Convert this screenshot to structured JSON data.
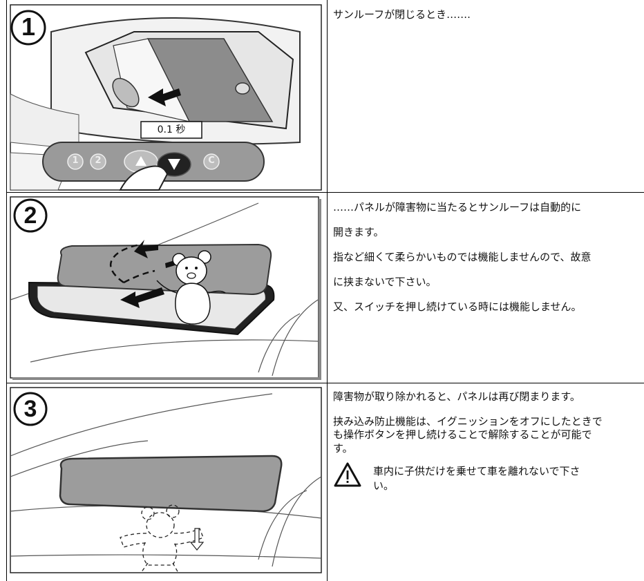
{
  "rows": [
    {
      "step_number": "1",
      "overlay_label": "0.1 秒",
      "keypad": {
        "key1": "1",
        "key2": "2",
        "key_c": "C"
      },
      "paragraphs": [
        "サンルーフが閉じるとき……."
      ]
    },
    {
      "step_number": "2",
      "paragraphs": [
        "……パネルが障害物に当たるとサンルーフは自動的に",
        "開きます。",
        "指など細くて柔らかいものでは機能しませんので、故意",
        "に挟まないで下さい。",
        "又、スイッチを押し続けている時には機能しません。"
      ]
    },
    {
      "step_number": "3",
      "paragraphs": [
        "障害物が取り除かれると、パネルは再び閉まります。",
        "挟み込み防止機能は、イグニッションをオフにしたときで",
        "も操作ボタンを押し続けることで解除することが可能で",
        "す。"
      ],
      "warning": {
        "icon": "warning-triangle-icon",
        "lines": [
          "車内に子供だけを乗せて車を離れないで下さ",
          "い。"
        ]
      }
    }
  ]
}
